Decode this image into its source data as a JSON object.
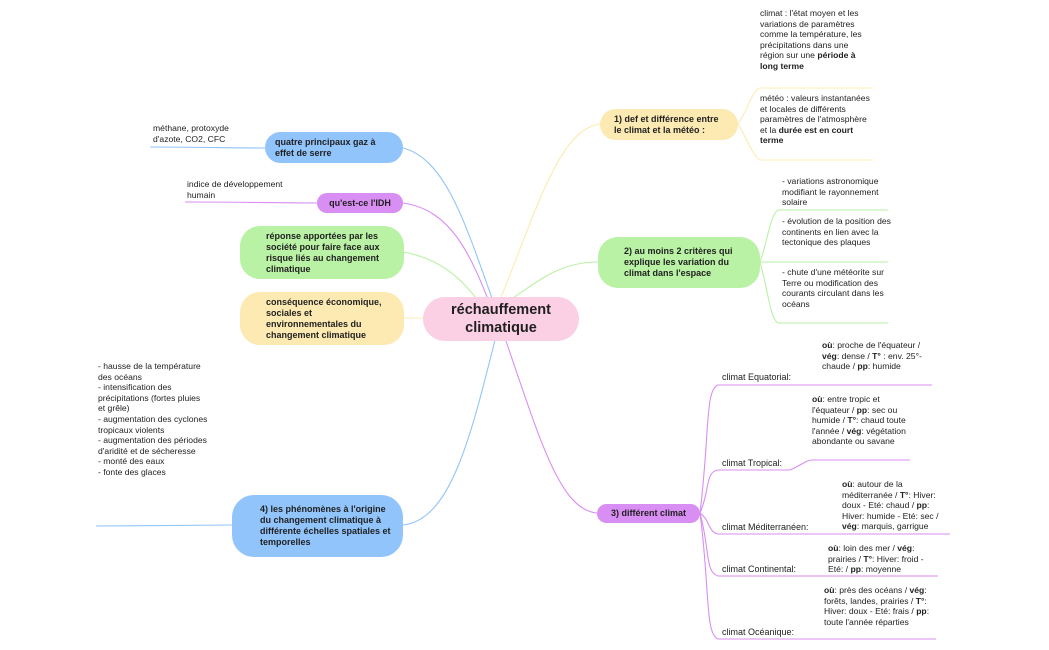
{
  "central": {
    "label": "réchauffement climatique"
  },
  "left_topics": [
    {
      "id": "gaz",
      "label": "quatre principaux gaz à effet de serre",
      "note": "méthane, protoxyde d'azote, CO2, CFC",
      "color": "#91c4fb"
    },
    {
      "id": "idh",
      "label": "qu'est-ce l'IDH",
      "note": "indice de développement humain",
      "color": "#d98ef3"
    },
    {
      "id": "reponse",
      "label": "réponse apportées par les société pour faire face aux risque liés au changement climatique",
      "color": "#b9f1a5"
    },
    {
      "id": "consequence",
      "label": "conséquence économique, sociales et environnementales du changement climatique",
      "color": "#fdeab2"
    },
    {
      "id": "phenomenes",
      "label": "4) les phénomènes à l'origine du changement climatique à différente échelles spatiales et temporelles",
      "note": "- hausse de la température des océans\n- intensification des précipitations (fortes pluies et grêle)\n- augmentation des cyclones tropicaux violents\n- augmentation des périodes d'aridité et de sécheresse\n                         - monté des eaux\n                   - fonte des glaces",
      "color": "#91c4fb"
    }
  ],
  "right_topics": [
    {
      "id": "def",
      "label": "1) def et différence entre le climat et la météo :",
      "color": "#fdeab2",
      "notes": [
        {
          "plain": "climat : l'état moyen et les variations de paramètres comme la température, les précipitations dans une région sur une ",
          "bold": "période à long terme"
        },
        {
          "plain": "météo : valeurs instantanées et locales de différents paramètres de l'atmosphère et la ",
          "bold": "durée est en court terme"
        }
      ]
    },
    {
      "id": "criteres",
      "label": "2) au moins 2 critères qui explique les variation du climat dans l'espace",
      "color": "#b9f1a5",
      "notes": [
        "- variations astronomique modifiant le rayonnement solaire",
        "- évolution de la position des continents en lien avec la tectonique des plaques",
        "- chute d'une météorite sur Terre ou modification des courants circulant dans les océans"
      ]
    },
    {
      "id": "climats",
      "label": "3) différent climat",
      "color": "#d98ef3",
      "subs": [
        {
          "label": "climat Equatorial:",
          "desc": [
            [
              "b",
              " où"
            ],
            [
              "t",
              ": proche de l'équateur / "
            ],
            [
              "b",
              "vég"
            ],
            [
              "t",
              ": dense / "
            ],
            [
              "b",
              "T°"
            ],
            [
              "t",
              " : env. 25°-chaude / "
            ],
            [
              "b",
              "pp"
            ],
            [
              "t",
              ": humide"
            ]
          ]
        },
        {
          "label": "climat Tropical:",
          "desc": [
            [
              "b",
              "où"
            ],
            [
              "t",
              ": entre tropic et l'équateur / "
            ],
            [
              "b",
              "pp"
            ],
            [
              "t",
              ": sec ou humide / "
            ],
            [
              "b",
              "T°"
            ],
            [
              "t",
              ": chaud toute l'année / "
            ],
            [
              "b",
              "vég"
            ],
            [
              "t",
              ": végétation abondante ou savane"
            ]
          ]
        },
        {
          "label": "climat Méditerranéen:",
          "desc": [
            [
              "b",
              "où"
            ],
            [
              "t",
              ": autour de la méditerranée / "
            ],
            [
              "b",
              "T°"
            ],
            [
              "t",
              ": Hiver: doux - Eté: chaud / "
            ],
            [
              "b",
              "pp"
            ],
            [
              "t",
              ": Hiver: humide - Eté: sec / "
            ],
            [
              "b",
              "vég"
            ],
            [
              "t",
              ": marquis, garrigue"
            ]
          ]
        },
        {
          "label": "climat Continental:",
          "desc": [
            [
              "b",
              "où"
            ],
            [
              "t",
              ": loin des mer / "
            ],
            [
              "b",
              "vég"
            ],
            [
              "t",
              ": prairies / "
            ],
            [
              "b",
              "T°"
            ],
            [
              "t",
              ": Hiver: froid - Eté:    / "
            ],
            [
              "b",
              "pp"
            ],
            [
              "t",
              ": moyenne"
            ]
          ]
        },
        {
          "label": "climat Océanique:",
          "desc": [
            [
              "b",
              "où"
            ],
            [
              "t",
              ": près des océans / "
            ],
            [
              "b",
              "vég"
            ],
            [
              "t",
              ": forêts, landes, prairies / "
            ],
            [
              "b",
              "T°"
            ],
            [
              "t",
              ": Hiver: doux - Eté: frais / "
            ],
            [
              "b",
              "pp"
            ],
            [
              "t",
              ": toute l'année réparties"
            ]
          ]
        }
      ]
    }
  ],
  "colors": {
    "central": "#fbcfe4",
    "blue_link": "#91c4fb",
    "purple_link": "#d98ef3",
    "green_link": "#b9f1a5",
    "yellow_link": "#fdeab2"
  }
}
